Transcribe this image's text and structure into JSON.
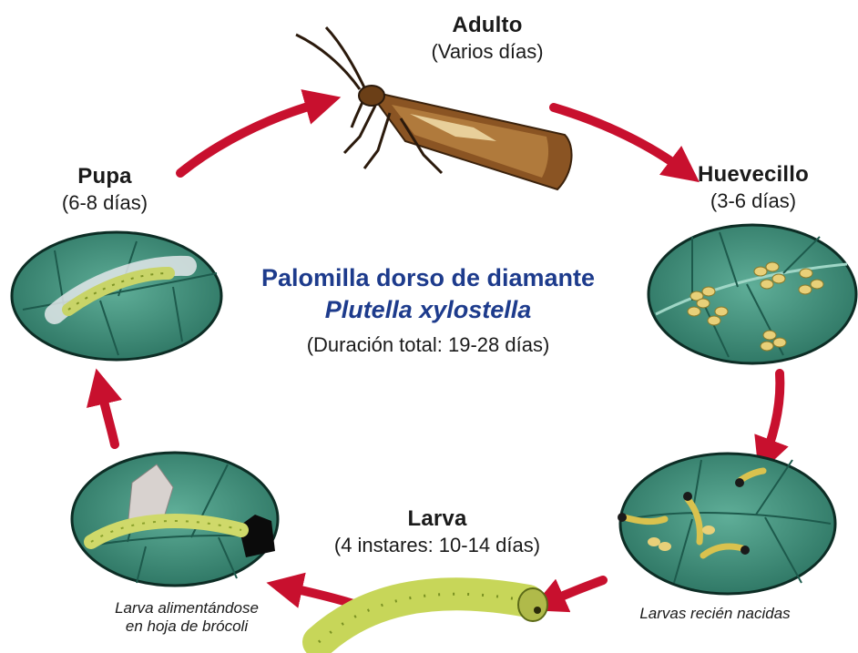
{
  "stages": {
    "adult": {
      "title": "Adulto",
      "duration": "(Varios días)"
    },
    "egg": {
      "title": "Huevecillo",
      "duration": "(3-6 días)"
    },
    "larva": {
      "title": "Larva",
      "duration": "(4 instares: 10-14 días)"
    },
    "pupa": {
      "title": "Pupa",
      "duration": "(6-8 días)"
    }
  },
  "center": {
    "common_name": "Palomilla dorso de diamante",
    "scientific_name": "Plutella xylostella",
    "total_duration": "(Duración total: 19-28 días)"
  },
  "captions": {
    "feeding_larva_line1": "Larva alimentándose",
    "feeding_larva_line2": "en hoja de brócoli",
    "newborn_larvae": "Larvas recién nacidas"
  },
  "colors": {
    "arrow": "#c8102e",
    "leaf": "#3e8f7c",
    "leaf_dark": "#1d5a4c",
    "title_blue": "#1d3b8c"
  }
}
